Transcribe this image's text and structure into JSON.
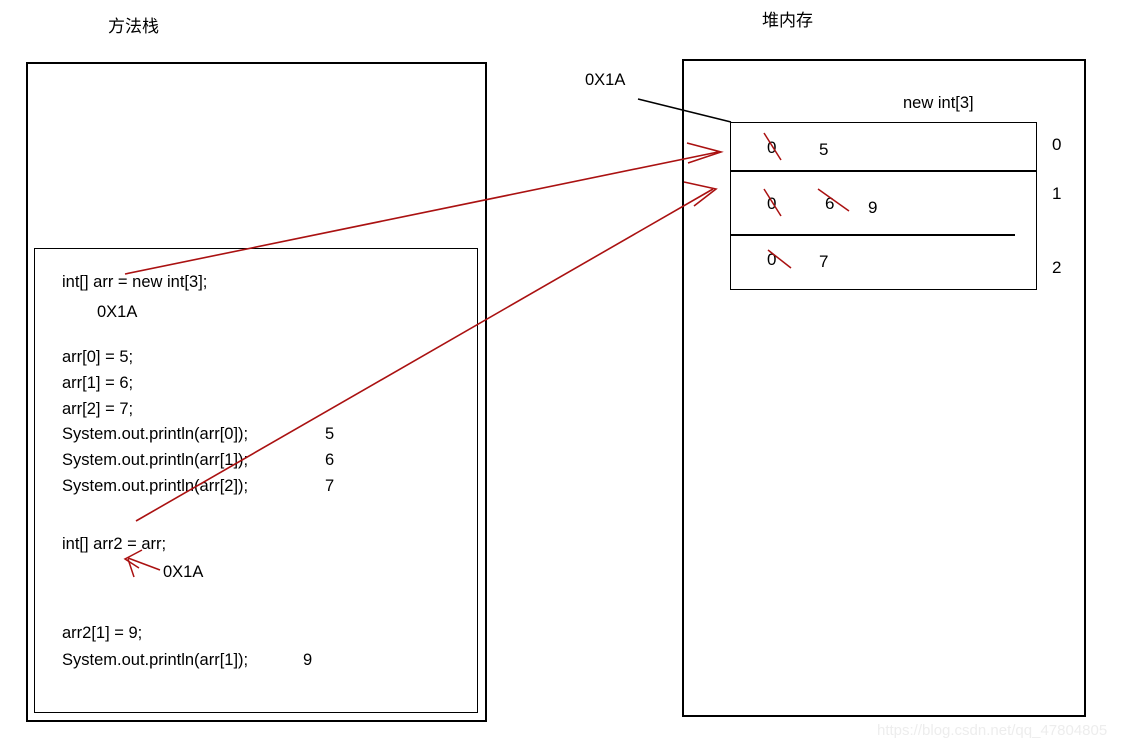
{
  "diagram": {
    "title_left": "方法栈",
    "title_right": "堆内存",
    "watermark": "https://blog.csdn.net/qq_47804805"
  },
  "stack": {
    "frame_label": "",
    "code_lines": [
      "int[] arr = new int[3];",
      "     0X1A",
      "",
      "arr[0] = 5;",
      "arr[1] = 6;",
      "arr[2] = 7;",
      "System.out.println(arr[0]);",
      "System.out.println(arr[1]);",
      "System.out.println(arr[2]);",
      "",
      "int[] arr2 = arr;",
      "          0X1A",
      "",
      "",
      "arr2[1] = 9;",
      "System.out.println(arr[1]);  9"
    ],
    "code_line_1": "int[] arr = new int[3];",
    "ref_value_1": "0X1A",
    "assign_0": "arr[0] = 5;",
    "assign_1": "arr[1] = 6;",
    "assign_2": "arr[2] = 7;",
    "print_0": "System.out.println(arr[0]);",
    "print_1": "System.out.println(arr[1]);",
    "print_2": "System.out.println(arr[2]);",
    "out_0": "5",
    "out_1": "6",
    "out_2": "7",
    "alias_decl": "int[] arr2 = arr;",
    "ref_value_2": "0X1A",
    "alias_assign": "arr2[1] = 9;",
    "alias_print": "System.out.println(arr[1]);",
    "alias_out": "9"
  },
  "heap": {
    "address_label": "0X1A",
    "array_label": "new int[3]",
    "cells": [
      {
        "index": "0",
        "old": "0",
        "new": "5",
        "extra": ""
      },
      {
        "index": "1",
        "old": "0",
        "new": "6",
        "extra": "9"
      },
      {
        "index": "2",
        "old": "0",
        "new": "7",
        "extra": ""
      }
    ],
    "index_0": "0",
    "index_1": "1",
    "index_2": "2",
    "cell0_old": "0",
    "cell0_new": "5",
    "cell1_old": "0",
    "cell1_mid": "6",
    "cell1_new": "9",
    "cell2_old": "0",
    "cell2_new": "7"
  },
  "colors": {
    "stroke": "#000000",
    "annotation": "#aa1111",
    "background": "#ffffff",
    "watermark": "#ededed"
  }
}
